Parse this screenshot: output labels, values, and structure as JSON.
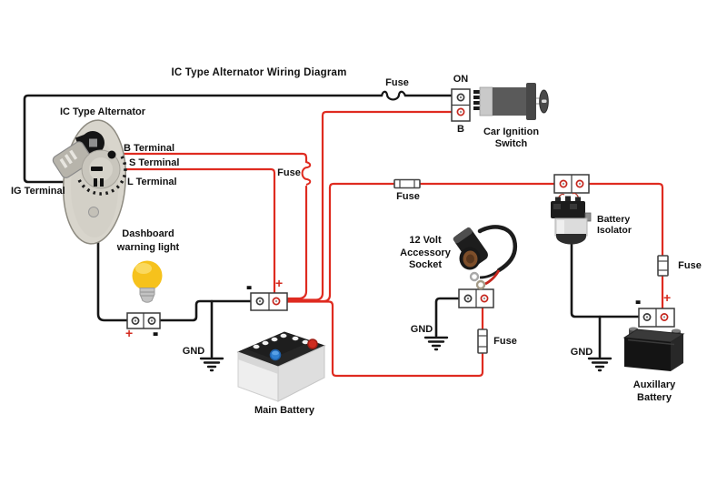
{
  "title": "IC Type Alternator Wiring Diagram",
  "colors": {
    "wire_red": "#df2b20",
    "wire_black": "#161616",
    "bulb_yellow": "#f6c21c",
    "label_red": "#d42b1f"
  },
  "alternator": {
    "label": "IC Type Alternator",
    "b_terminal": "B Terminal",
    "s_terminal": "S Terminal",
    "l_terminal": "L Terminal",
    "ig_terminal": "IG Terminal"
  },
  "warning_light": {
    "line1": "Dashboard",
    "line2": "warning light",
    "plus": "+",
    "minus": "-"
  },
  "ignition": {
    "on": "ON",
    "b": "B",
    "fuse": "Fuse",
    "label_line1": "Car Ignition",
    "label_line2": "Switch"
  },
  "fuses": {
    "b_wire": "Fuse",
    "isolator_feed": "Fuse",
    "accessory": "Fuse",
    "aux": "Fuse"
  },
  "accessory_socket": {
    "line1": "12 Volt",
    "line2": "Accessory",
    "line3": "Socket",
    "gnd": "GND"
  },
  "isolator": {
    "line1": "Battery",
    "line2": "Isolator"
  },
  "main_battery": {
    "label": "Main Battery",
    "plus": "+",
    "minus": "-",
    "gnd": "GND"
  },
  "aux_battery": {
    "line1": "Auxillary",
    "line2": "Battery",
    "plus": "+",
    "minus": "-",
    "gnd": "GND"
  }
}
